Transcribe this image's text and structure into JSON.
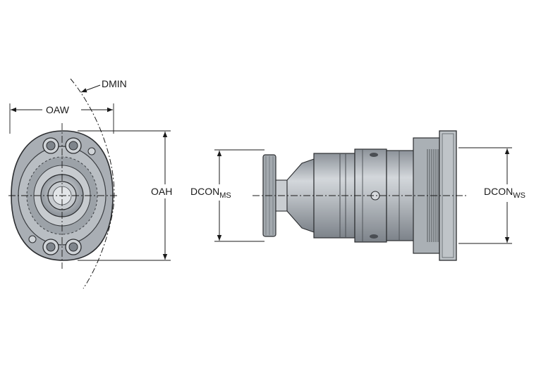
{
  "labels": {
    "dmin": "DMIN",
    "oaw": "OAW",
    "oah": "OAH",
    "dcon_ms_main": "DCON",
    "dcon_ms_sub": "MS",
    "dcon_ws_main": "DCON",
    "dcon_ws_sub": "WS"
  },
  "colors": {
    "part_fill": "#b3b8be",
    "part_dark": "#7f858c",
    "part_light": "#d6d9dd",
    "outline": "#2b2d30",
    "dimension": "#1a1a1a"
  }
}
